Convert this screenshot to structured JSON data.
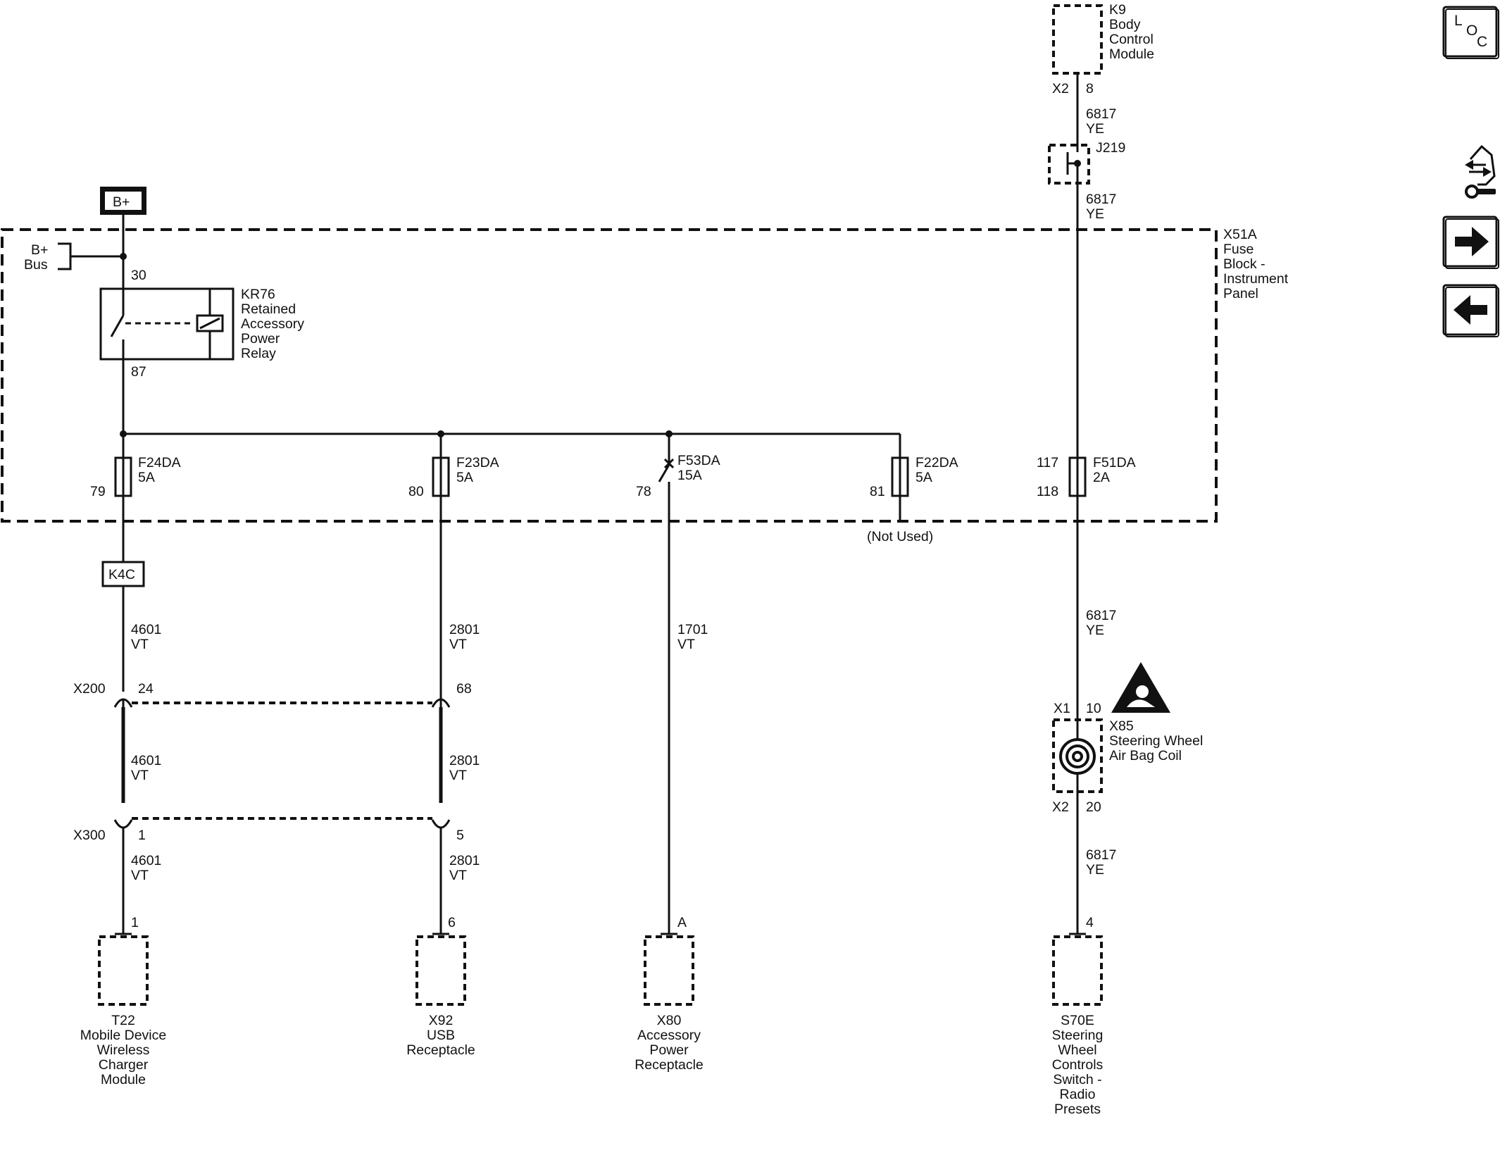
{
  "nav": {
    "loc_letters": [
      "L",
      "O",
      "C"
    ]
  },
  "power": {
    "bplus_symbol": "B+",
    "bplus_bus": [
      "B+",
      "Bus"
    ]
  },
  "fuse_block": {
    "name": [
      "X51A",
      "Fuse",
      "Block -",
      "Instrument",
      "Panel"
    ]
  },
  "relay": {
    "name": [
      "KR76",
      "Retained",
      "Accessory",
      "Power",
      "Relay"
    ],
    "pin_in": "30",
    "pin_out": "87"
  },
  "bcm": {
    "name": [
      "K9",
      "Body",
      "Control",
      "Module"
    ],
    "connector": "X2",
    "pin": "8"
  },
  "splice": {
    "name": "J219"
  },
  "fuses": [
    {
      "id": "F24DA",
      "rating": "5A",
      "pin": "79"
    },
    {
      "id": "F23DA",
      "rating": "5A",
      "pin": "80"
    },
    {
      "id": "F53DA",
      "rating": "15A",
      "pin": "78"
    },
    {
      "id": "F22DA",
      "rating": "5A",
      "pin": "81",
      "note": "(Not Used)"
    },
    {
      "id": "F51DA",
      "rating": "2A",
      "pin_top": "117",
      "pin_bottom": "118"
    }
  ],
  "k4c_label": "K4C",
  "wires": {
    "c1_a": [
      "4601",
      "VT"
    ],
    "c1_b": [
      "4601",
      "VT"
    ],
    "c1_c": [
      "4601",
      "VT"
    ],
    "c2_a": [
      "2801",
      "VT"
    ],
    "c2_b": [
      "2801",
      "VT"
    ],
    "c2_c": [
      "2801",
      "VT"
    ],
    "c3_a": [
      "1701",
      "VT"
    ],
    "c5_a": [
      "6817",
      "YE"
    ],
    "c5_b": [
      "6817",
      "YE"
    ],
    "c5_c": [
      "6817",
      "YE"
    ],
    "c5_d": [
      "6817",
      "YE"
    ]
  },
  "connectors": {
    "x200": {
      "name": "X200",
      "pin_left": "24",
      "pin_right": "68"
    },
    "x300": {
      "name": "X300",
      "pin_left": "1",
      "pin_right": "5"
    }
  },
  "airbag_coil": {
    "name": [
      "X85",
      "Steering Wheel",
      "Air Bag Coil"
    ],
    "conn_top": "X1",
    "pin_top": "10",
    "conn_bottom": "X2",
    "pin_bottom": "20"
  },
  "endpoints": [
    {
      "pin": "1",
      "name": [
        "T22",
        "Mobile Device",
        "Wireless",
        "Charger",
        "Module"
      ]
    },
    {
      "pin": "6",
      "name": [
        "X92",
        "USB",
        "Receptacle"
      ]
    },
    {
      "pin": "A",
      "name": [
        "X80",
        "Accessory",
        "Power",
        "Receptacle"
      ]
    },
    {
      "pin": "4",
      "name": [
        "S70E",
        "Steering",
        "Wheel",
        "Controls",
        "Switch -",
        "Radio",
        "Presets"
      ]
    }
  ]
}
